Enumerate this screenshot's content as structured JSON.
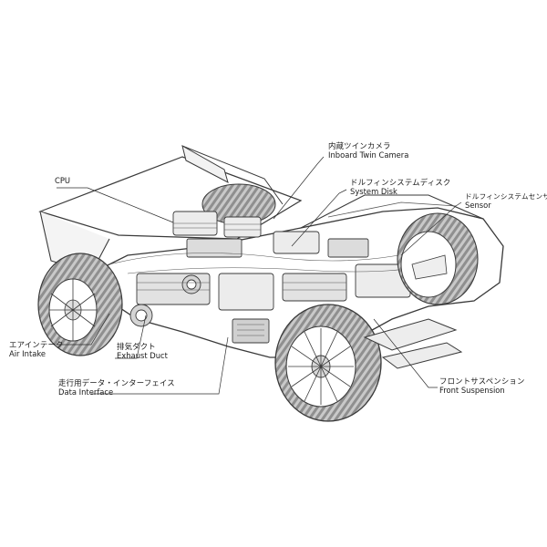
{
  "labels": {
    "cpu": {
      "en": "CPU"
    },
    "camera": {
      "jp": "内蔵ツインカメラ",
      "en": "Inboard Twin Camera"
    },
    "system_disk": {
      "jp": "ドルフィンシステムディスク",
      "en": "System Disk"
    },
    "sensor": {
      "jp": "ドルフィンシステムセンサー",
      "en": "Sensor"
    },
    "air_intake": {
      "jp": "エアインテーク",
      "en": "Air Intake"
    },
    "exhaust": {
      "jp": "排気ダクト",
      "en": "Exhaust Duct"
    },
    "data_interface": {
      "jp": "走行用データ・インターフェイス",
      "en": "Data Interface"
    },
    "front_suspension": {
      "jp": "フロントサスペンション",
      "en": "Front Suspension"
    }
  },
  "colors": {
    "line": "#3a3a3a",
    "tire": "#bfbfbf",
    "tire_dark": "#9a9a9a",
    "body_shade": "#e6e6e6"
  }
}
